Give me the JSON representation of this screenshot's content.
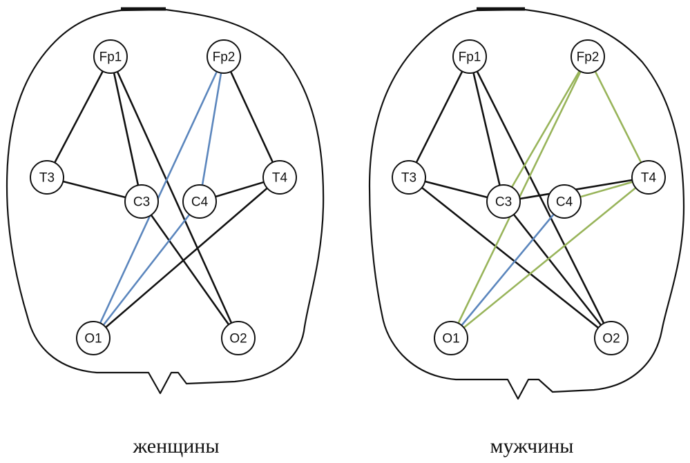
{
  "colors": {
    "black_link": "#111111",
    "blue_link": "#5b86bd",
    "green_link": "#98b45a"
  },
  "panels": [
    {
      "id": "women",
      "caption": "женщины",
      "nodes": [
        {
          "id": "Fp1",
          "label": "Fp1"
        },
        {
          "id": "Fp2",
          "label": "Fp2"
        },
        {
          "id": "T3",
          "label": "T3"
        },
        {
          "id": "C3",
          "label": "C3"
        },
        {
          "id": "C4",
          "label": "C4"
        },
        {
          "id": "T4",
          "label": "T4"
        },
        {
          "id": "O1",
          "label": "O1"
        },
        {
          "id": "O2",
          "label": "O2"
        }
      ],
      "links": [
        {
          "from": "Fp1",
          "to": "T3",
          "color": "black"
        },
        {
          "from": "Fp1",
          "to": "C3",
          "color": "black"
        },
        {
          "from": "Fp1",
          "to": "O2",
          "color": "black"
        },
        {
          "from": "T3",
          "to": "C3",
          "color": "black"
        },
        {
          "from": "C3",
          "to": "O2",
          "color": "black"
        },
        {
          "from": "Fp2",
          "to": "T4",
          "color": "black"
        },
        {
          "from": "T4",
          "to": "C4",
          "color": "black"
        },
        {
          "from": "T4",
          "to": "O1",
          "color": "black"
        },
        {
          "from": "Fp2",
          "to": "O1",
          "color": "blue"
        },
        {
          "from": "Fp2",
          "to": "C4",
          "color": "blue"
        },
        {
          "from": "C4",
          "to": "O1",
          "color": "blue"
        }
      ]
    },
    {
      "id": "men",
      "caption": "мужчины",
      "nodes": [
        {
          "id": "Fp1",
          "label": "Fp1"
        },
        {
          "id": "Fp2",
          "label": "Fp2"
        },
        {
          "id": "T3",
          "label": "T3"
        },
        {
          "id": "C3",
          "label": "C3"
        },
        {
          "id": "C4",
          "label": "C4"
        },
        {
          "id": "T4",
          "label": "T4"
        },
        {
          "id": "O1",
          "label": "O1"
        },
        {
          "id": "O2",
          "label": "O2"
        }
      ],
      "links": [
        {
          "from": "Fp1",
          "to": "T3",
          "color": "black"
        },
        {
          "from": "Fp1",
          "to": "C3",
          "color": "black"
        },
        {
          "from": "Fp1",
          "to": "O2",
          "color": "black"
        },
        {
          "from": "T3",
          "to": "C3",
          "color": "black"
        },
        {
          "from": "T3",
          "to": "O2",
          "color": "black"
        },
        {
          "from": "C3",
          "to": "T4",
          "color": "black"
        },
        {
          "from": "C3",
          "to": "O2",
          "color": "black"
        },
        {
          "from": "Fp2",
          "to": "T4",
          "color": "green"
        },
        {
          "from": "Fp2",
          "to": "C3",
          "color": "green"
        },
        {
          "from": "Fp2",
          "to": "O1",
          "color": "green"
        },
        {
          "from": "T4",
          "to": "C4",
          "color": "green"
        },
        {
          "from": "T4",
          "to": "O1",
          "color": "green"
        },
        {
          "from": "C4",
          "to": "O1",
          "color": "blue"
        }
      ]
    }
  ]
}
